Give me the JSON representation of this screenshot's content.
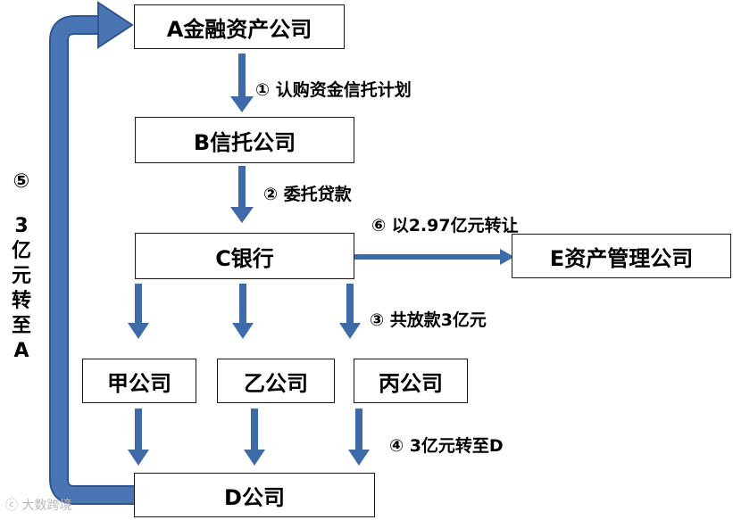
{
  "nodes": {
    "a": "A金融资产公司",
    "b": "B信托公司",
    "c": "C银行",
    "e": "E资产管理公司",
    "jia": "甲公司",
    "yi": "乙公司",
    "bing": "丙公司",
    "d": "D公司"
  },
  "edges": {
    "e1": "① 认购资金信托计划",
    "e2": "② 委托贷款",
    "e3": "③ 共放款3亿元",
    "e4": "④ 3亿元转至D",
    "e5_marker": "⑤",
    "e5_text": [
      "3",
      "亿",
      "元",
      "转",
      "至",
      "A"
    ],
    "e6": "⑥ 以2.97亿元转让"
  },
  "watermark": "大数跨境",
  "colors": {
    "arrow": "#3f6aa8",
    "arrow_dark": "#2f5590",
    "border": "#1a1a1a"
  }
}
